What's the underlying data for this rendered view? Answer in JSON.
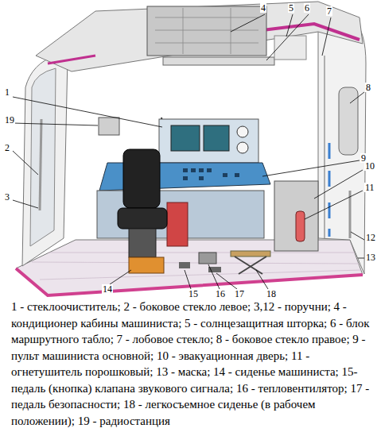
{
  "diagram": {
    "caption": "1 - стеклоочиститель; 2 - боковое стекло левое; 3,12 - поручни; 4 - кондиционер кабины машиниста; 5 - солнцезащитная шторка; 6 - блок маршрутного табло; 7 - лобовое стекло; 8 - боковое стекло правое; 9 - пульт машиниста основной; 10 - эвакуационная дверь; 11 - огнетушитель порошковый; 13 - маска; 14 - сиденье машиниста; 15- педаль (кнопка) клапана звукового сигнала; 16 - тепловентилятор; 17 - педаль безопасности; 18 - легкосъемное сиденье (в рабочем положении); 19 - радиостанция",
    "labels": [
      "4",
      "5",
      "6",
      "7",
      "1",
      "8",
      "19",
      "2",
      "9",
      "10",
      "11",
      "3",
      "12",
      "13",
      "14",
      "15",
      "16",
      "17",
      "18"
    ]
  }
}
